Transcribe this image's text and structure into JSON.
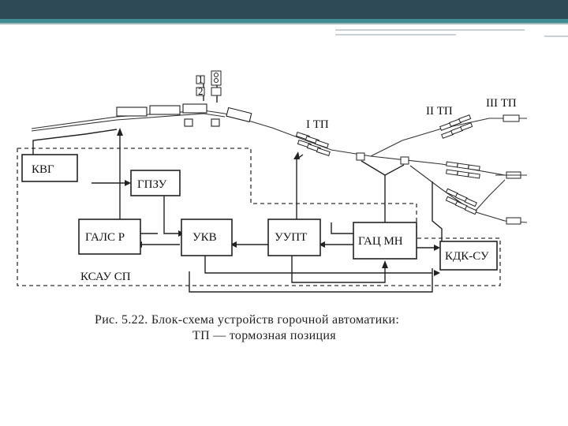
{
  "header": {
    "accent": "#2e4a57",
    "teal": "#3f8c94",
    "line": "#9fb6bd"
  },
  "blocks": {
    "kvg": "КВГ",
    "gpzu": "ГПЗУ",
    "gals": "ГАЛС Р",
    "ukv": "УКВ",
    "uupt": "УУПТ",
    "gats": "ГАЦ МН",
    "kdk": "КДК-СУ",
    "ksau": "КСАУ СП"
  },
  "positions": {
    "tp1": "I ТП",
    "tp2": "II ТП",
    "tp3": "III ТП"
  },
  "signals": [
    "1",
    "2"
  ],
  "caption": {
    "line1": "Рис. 5.22. Блок-схема устройств горочной автоматики:",
    "line2": "ТП — тормозная позиция"
  }
}
